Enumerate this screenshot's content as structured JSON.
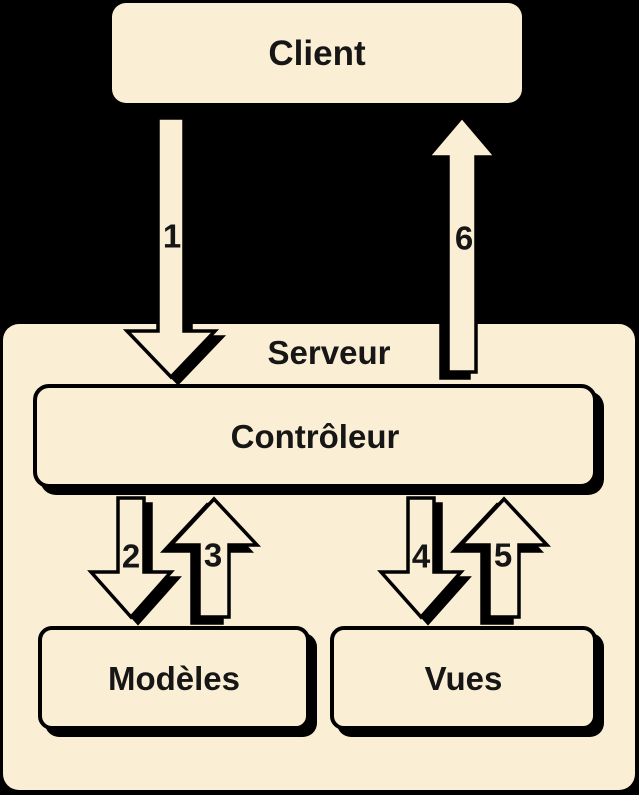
{
  "colors": {
    "background": "#000000",
    "node_fill": "#FAEED4",
    "outline": "#000000",
    "text": "#161616"
  },
  "nodes": {
    "client": "Client",
    "serveur": "Serveur",
    "controleur": "Contrôleur",
    "modeles": "Modèles",
    "vues": "Vues"
  },
  "arrows": [
    {
      "label": "1",
      "direction": "down",
      "from": "Client",
      "to": "Contrôleur"
    },
    {
      "label": "2",
      "direction": "down",
      "from": "Contrôleur",
      "to": "Modèles"
    },
    {
      "label": "3",
      "direction": "up",
      "from": "Modèles",
      "to": "Contrôleur"
    },
    {
      "label": "4",
      "direction": "down",
      "from": "Contrôleur",
      "to": "Vues"
    },
    {
      "label": "5",
      "direction": "up",
      "from": "Vues",
      "to": "Contrôleur"
    },
    {
      "label": "6",
      "direction": "up",
      "from": "Contrôleur",
      "to": "Client"
    }
  ]
}
